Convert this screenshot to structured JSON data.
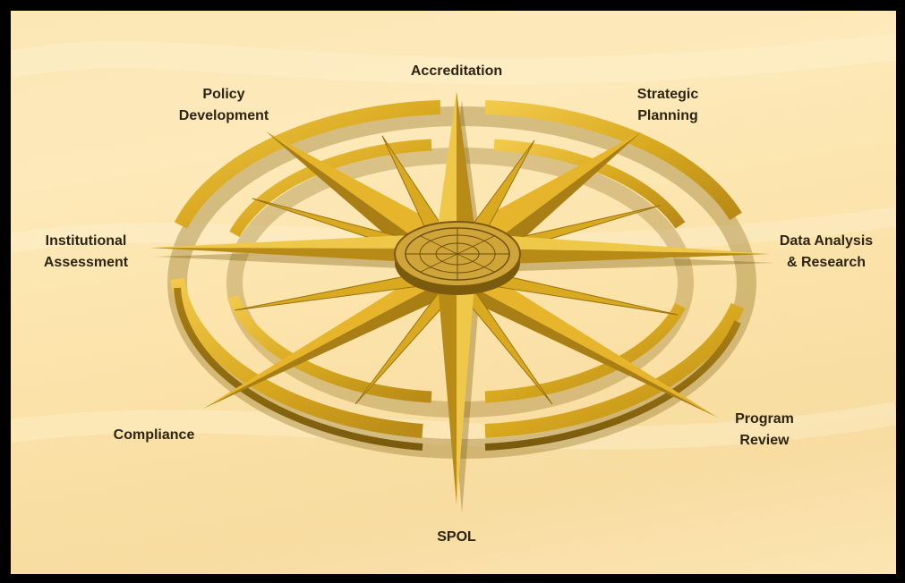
{
  "diagram": {
    "labels": {
      "accreditation": "Accreditation",
      "policy_development": "Policy\nDevelopment",
      "strategic_planning": "Strategic\nPlanning",
      "institutional_assessment": "Institutional\nAssessment",
      "data_analysis_research": "Data Analysis\n& Research",
      "compliance": "Compliance",
      "program_review": "Program\nReview",
      "spol": "SPOL"
    },
    "colors": {
      "background": "#fbe5b1",
      "gold": "#d9a91f",
      "gold_dark": "#9a7312",
      "gold_light": "#f0c849",
      "frame": "#000000",
      "text": "#2d2514"
    },
    "icons": [
      "compass-rose-icon",
      "compass-dial-icon"
    ]
  }
}
